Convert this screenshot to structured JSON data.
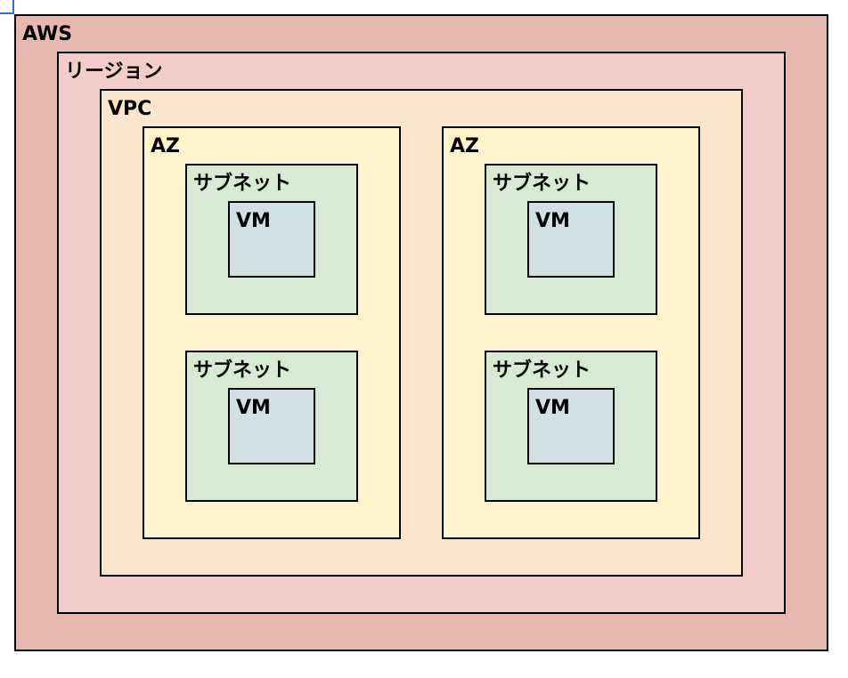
{
  "colors": {
    "aws": "#e6b8af",
    "region": "#f4cccc",
    "vpc": "#fce5cd",
    "az": "#fff2cc",
    "subnet": "#d9ead3",
    "vm": "#d0e0e3",
    "border": "#000000"
  },
  "diagram": {
    "aws": {
      "label": "AWS"
    },
    "region": {
      "label": "リージョン"
    },
    "vpc": {
      "label": "VPC"
    },
    "azs": [
      {
        "label": "AZ",
        "subnets": [
          {
            "label": "サブネット",
            "vm": {
              "label": "VM"
            }
          },
          {
            "label": "サブネット",
            "vm": {
              "label": "VM"
            }
          }
        ]
      },
      {
        "label": "AZ",
        "subnets": [
          {
            "label": "サブネット",
            "vm": {
              "label": "VM"
            }
          },
          {
            "label": "サブネット",
            "vm": {
              "label": "VM"
            }
          }
        ]
      }
    ]
  }
}
